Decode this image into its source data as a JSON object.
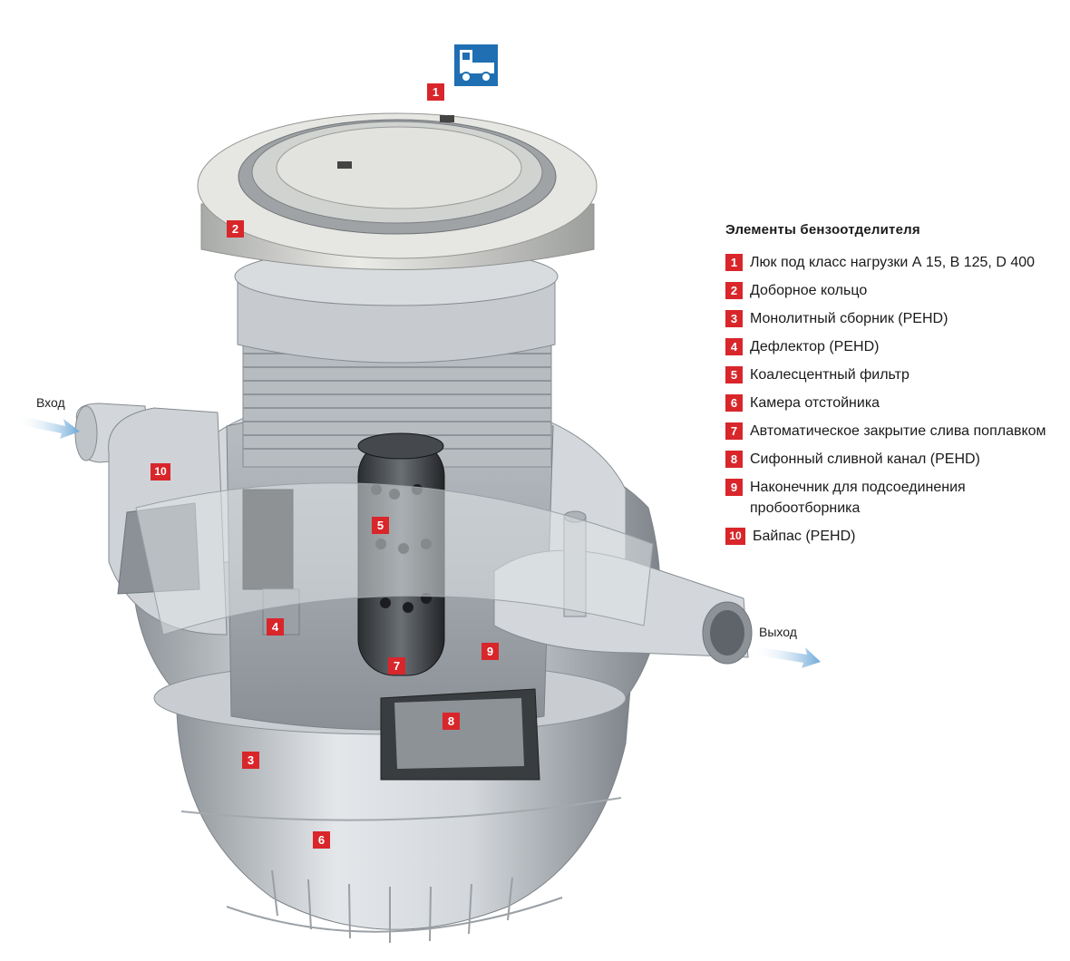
{
  "legend": {
    "title": "Элементы бензоотделителя",
    "items": [
      {
        "num": "1",
        "label": "Люк под класс нагрузки  А 15, В 125, D 400"
      },
      {
        "num": "2",
        "label": "Доборное кольцо"
      },
      {
        "num": "3",
        "label": "Монолитный сборник (PEHD)"
      },
      {
        "num": "4",
        "label": "Дефлектор (PEHD)"
      },
      {
        "num": "5",
        "label": "Коалесцентный фильтр"
      },
      {
        "num": "6",
        "label": "Камера отстойника"
      },
      {
        "num": "7",
        "label": "Автоматическое закрытие слива поплавком"
      },
      {
        "num": "8",
        "label": "Сифонный сливной канал (PEHD)"
      },
      {
        "num": "9",
        "label": "Наконечник для подсоединения пробоотборника"
      },
      {
        "num": "10",
        "label": "Байпас (PEHD)"
      }
    ]
  },
  "flow": {
    "inlet": "Вход",
    "outlet": "Выход"
  },
  "markers": [
    "1",
    "2",
    "3",
    "4",
    "5",
    "6",
    "7",
    "8",
    "9",
    "10"
  ],
  "icons": {
    "load_class": "truck-icon"
  },
  "colors": {
    "marker": "#d8262b",
    "icon_bg": "#1f6fb2",
    "flow_arrow": "#7fb4dd"
  }
}
